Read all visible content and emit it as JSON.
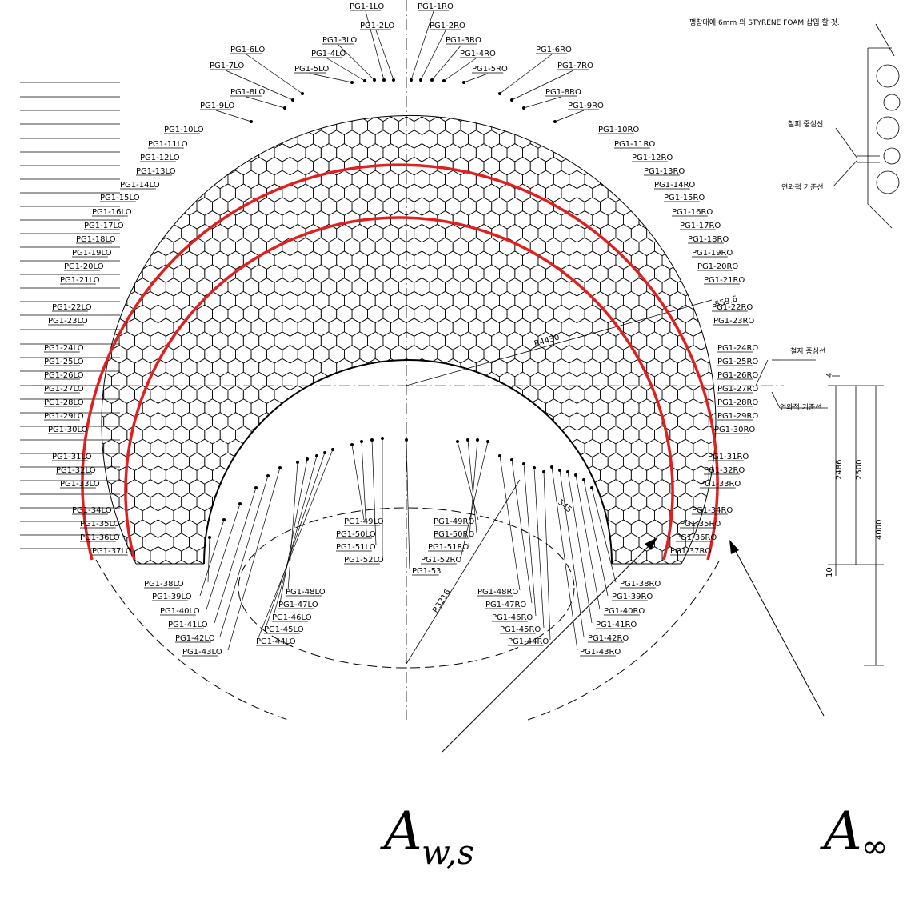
{
  "left_labels": [
    "PG1-10LO",
    "PG1-11LO",
    "PG1-12LO",
    "PG1-13LO",
    "PG1-14LO",
    "PG1-15LO",
    "PG1-16LO",
    "PG1-17LO",
    "PG1-18LO",
    "PG1-19LO",
    "PG1-20LO",
    "PG1-21LO",
    "PG1-22LO",
    "PG1-23LO",
    "PG1-24LO",
    "PG1-25LO",
    "PG1-26LO",
    "PG1-27LO",
    "PG1-28LO",
    "PG1-29LO",
    "PG1-30LO",
    "PG1-31LO",
    "PG1-32LO",
    "PG1-33LO",
    "PG1-34LO",
    "PG1-35LO",
    "PG1-36LO",
    "PG1-37LO"
  ],
  "right_labels": [
    "PG1-10RO",
    "PG1-11RO",
    "PG1-12RO",
    "PG1-13RO",
    "PG1-14RO",
    "PG1-15RO",
    "PG1-16RO",
    "PG1-17RO",
    "PG1-18RO",
    "PG1-19RO",
    "PG1-20RO",
    "PG1-21RO",
    "PG1-22RO",
    "PG1-23RO",
    "PG1-24RO",
    "PG1-25RO",
    "PG1-26RO",
    "PG1-27RO",
    "PG1-28RO",
    "PG1-29RO",
    "PG1-30RO",
    "PG1-31RO",
    "PG1-32RO",
    "PG1-33RO",
    "PG1-34RO",
    "PG1-35RO",
    "PG1-36RO",
    "PG1-37RO"
  ],
  "top_labels": [
    "PG1-1LO",
    "PG1-2LO",
    "PG1-3LO",
    "PG1-4LO",
    "PG1-5LO",
    "PG1-6LO",
    "PG1-7LO",
    "PG1-8LO",
    "PG1-9LO",
    "PG1-1RO",
    "PG1-2RO",
    "PG1-3RO",
    "PG1-4RO",
    "PG1-5RO",
    "PG1-6RO",
    "PG1-7RO",
    "PG1-8RO",
    "PG1-9RO"
  ],
  "bottom_left_labels": [
    "PG1-38LO",
    "PG1-39LO",
    "PG1-40LO",
    "PG1-41LO",
    "PG1-42LO",
    "PG1-43LO"
  ],
  "inner_left_labels": [
    "PG1-48LO",
    "PG1-47LO",
    "PG1-46LO",
    "PG1-45LO",
    "PG1-44LO"
  ],
  "center_left_labels": [
    "PG1-49LO",
    "PG1-50LO",
    "PG1-51LO",
    "PG1-52LO"
  ],
  "center_right_labels": [
    "PG1-49RO",
    "PG1-50RO",
    "PG1-51RO",
    "PG1-52RO",
    "PG1-53"
  ],
  "inner_right_labels": [
    "PG1-48RO",
    "PG1-47RO",
    "PG1-46RO",
    "PG1-45RO",
    "PG1-44RO"
  ],
  "bottom_right_labels": [
    "PG1-38RO",
    "PG1-39RO",
    "PG1-40RO",
    "PG1-41RO",
    "PG1-42RO",
    "PG1-43RO"
  ],
  "dimensions": {
    "r_outer": "R4430",
    "r_inner": "R3216",
    "offset": "559.6",
    "small_top": "4",
    "small_bottom": "10",
    "d2486": "2486",
    "d2500": "2500",
    "d4000": "4000",
    "small_545": "545"
  },
  "notes": {
    "foam": "팽창대에 6mm 의 STYRENE FOAM 삽입 할 것.",
    "centerline_top": "철피 중심선",
    "reference_top": "연와적 기준선",
    "centerline_right": "철지 중심선",
    "reference_right": "연와적 기준선"
  },
  "annotations": {
    "aws_main": "A",
    "aws_sub": "w,s",
    "ainf_main": "A",
    "ainf_sub": "∞"
  },
  "colors": {
    "highlight": "#e02020",
    "ink": "#000000"
  }
}
